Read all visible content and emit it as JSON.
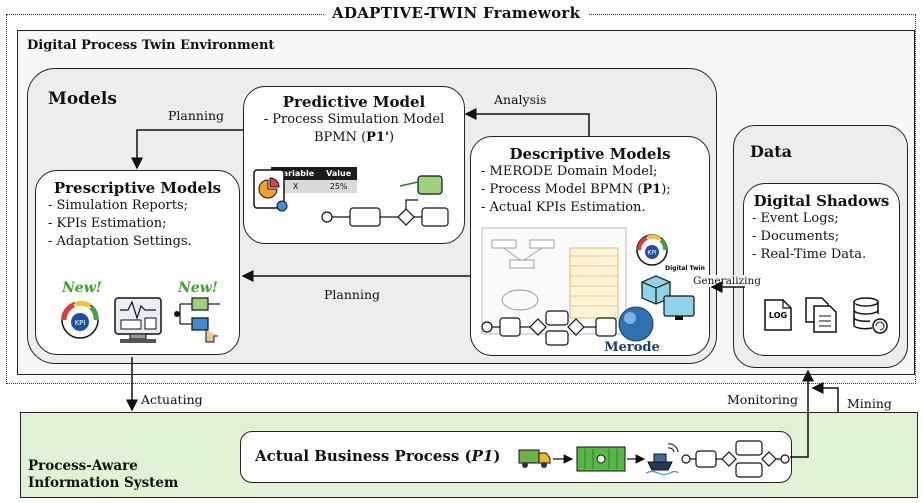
{
  "framework_title": "ADAPTIVE-TWIN Framework",
  "environment_title": "Digital Process Twin Environment",
  "models": {
    "title": "Models",
    "predictive": {
      "title": "Predictive Model",
      "line1": "- Process Simulation Model",
      "line2_prefix": "BPMN (",
      "line2_bold": "P1'",
      "line2_suffix": ")",
      "table": {
        "headers": [
          "Variable",
          "Value"
        ],
        "row": [
          "X",
          "25%"
        ]
      }
    },
    "prescriptive": {
      "title": "Prescriptive Models",
      "items": [
        "- Simulation Reports;",
        "- KPIs Estimation;",
        "- Adaptation Settings."
      ],
      "new_label": "New!"
    },
    "descriptive": {
      "title": "Descriptive Models",
      "item1": "- MERODE Domain Model;",
      "item2_prefix": "- Process Model BPMN (",
      "item2_bold": "P1",
      "item2_suffix": ");",
      "item3": "- Actual KPIs Estimation.",
      "merode_label": "Merode",
      "twin_label": "Digital Twin",
      "kpi_label": "KPI"
    }
  },
  "data": {
    "title": "Data",
    "shadows": {
      "title": "Digital Shadows",
      "items": [
        "- Event Logs;",
        "- Documents;",
        "- Real-Time Data."
      ],
      "log_label": "LOG"
    }
  },
  "arrows": {
    "analysis": "Analysis",
    "planning_top": "Planning",
    "planning_bottom": "Planning",
    "generalizing": "Generalizing",
    "actuating": "Actuating",
    "monitoring": "Monitoring",
    "mining": "Mining"
  },
  "pais": {
    "title_line1": "Process-Aware",
    "title_line2": "Information System",
    "process_prefix": "Actual Business Process (",
    "process_bold": "P1",
    "process_suffix": ")"
  }
}
